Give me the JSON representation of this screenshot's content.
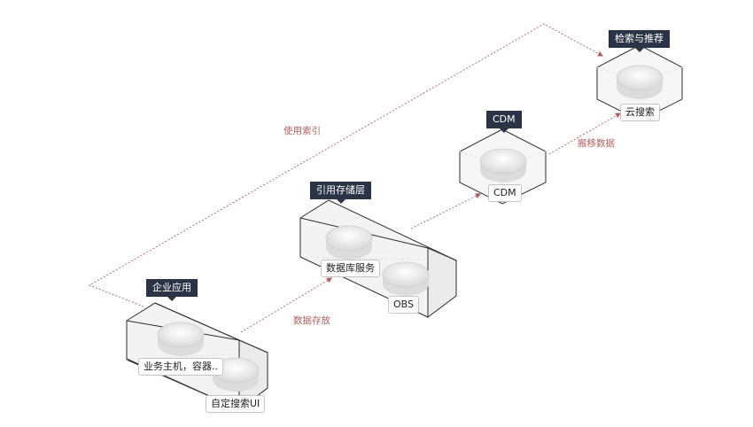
{
  "nodes": [
    {
      "title": "企业应用",
      "items": [
        "业务主机，容器..",
        "自定搜索UI"
      ]
    },
    {
      "title": "引用存储层",
      "items": [
        "数据库服务",
        "OBS"
      ]
    },
    {
      "title": "CDM",
      "items": [
        "CDM"
      ]
    },
    {
      "title": "检索与推荐",
      "items": [
        "云搜索"
      ]
    }
  ],
  "flows": {
    "store": "数据存放",
    "move": "搬移数据",
    "index": "使用索引"
  },
  "colors": {
    "tag_bg": "#2b3446",
    "flow": "#b45f5f",
    "outline": "#2e2e2e"
  }
}
